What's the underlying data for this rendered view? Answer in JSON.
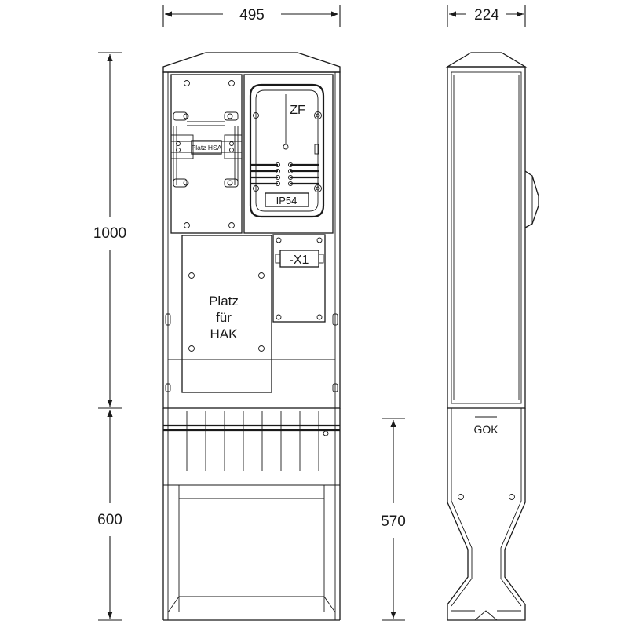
{
  "dimensions": {
    "width": "495",
    "depth": "224",
    "height_upper": "1000",
    "height_base": "600",
    "height_ground": "570"
  },
  "labels": {
    "meter_field": "ZF",
    "protection": "IP54",
    "hsa_place": "Platz HSA",
    "terminal": "-X1",
    "hak_place_line1": "Platz",
    "hak_place_line2": "für",
    "hak_place_line3": "HAK",
    "ground_level": "GOK"
  }
}
